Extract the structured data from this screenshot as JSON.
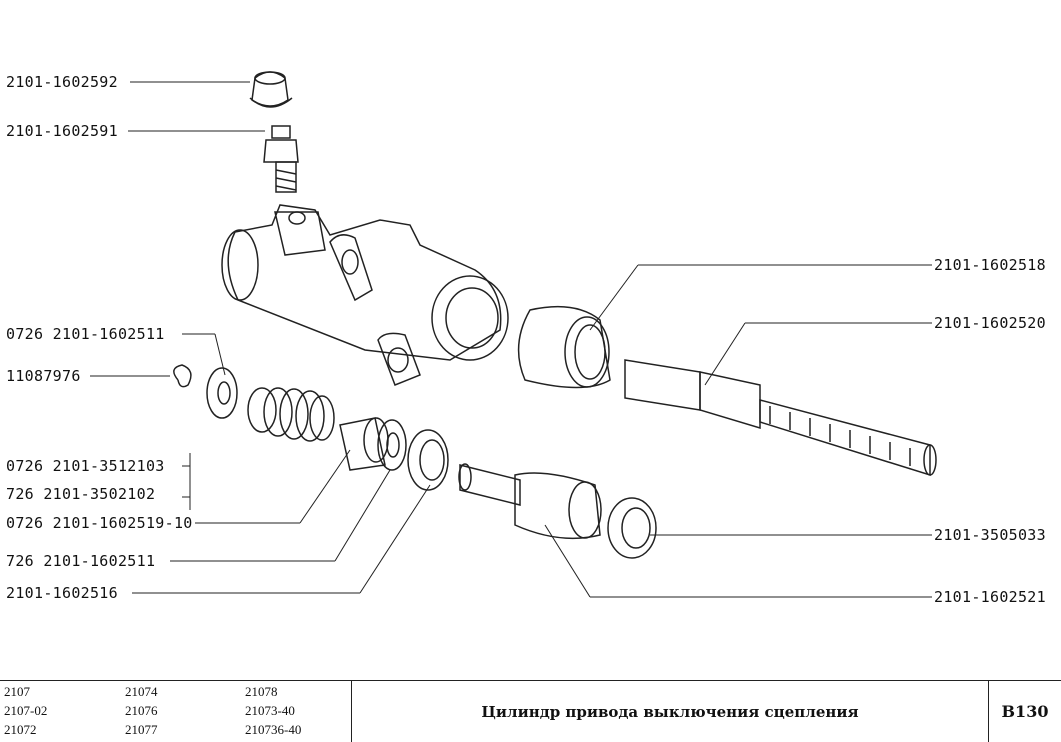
{
  "labels": {
    "cap": "2101-1602592",
    "bleeder": "2101-1602591",
    "ring_and_washer": "0726 2101-1602511",
    "circlip": "11087976",
    "spring_a": "0726 2101-3512103",
    "spring_b": "726  2101-3502102",
    "piston_seal": "0726 2101-1602519-10",
    "washer": "726 2101-1602511",
    "seal_ring": "2101-1602516",
    "boot": "2101-1602518",
    "pushrod": "2101-1602520",
    "piston_ring": "2101-3505033",
    "piston": "2101-1602521"
  },
  "footer": {
    "models": {
      "col1": [
        "2107",
        "2107-02",
        "21072"
      ],
      "col2": [
        "21074",
        "21076",
        "21077"
      ],
      "col3": [
        "21078",
        "21073-40",
        "210736-40"
      ]
    },
    "title": "Цилиндр привода выключения сцепления",
    "code": "B130"
  }
}
